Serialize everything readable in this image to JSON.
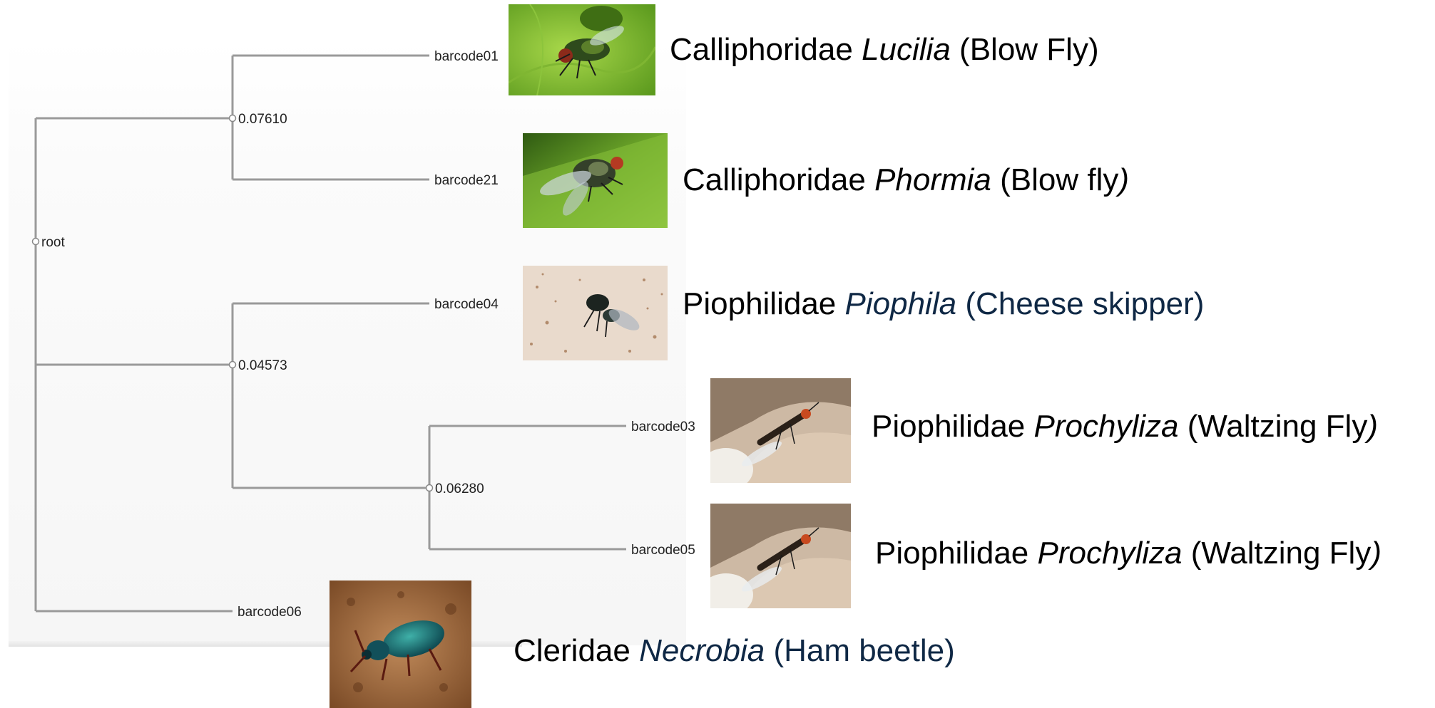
{
  "tree": {
    "root_label": "root",
    "internal_nodes": [
      {
        "label": "0.07610"
      },
      {
        "label": "0.04573"
      },
      {
        "label": "0.06280"
      }
    ],
    "tips": [
      {
        "label": "barcode01"
      },
      {
        "label": "barcode21"
      },
      {
        "label": "barcode04"
      },
      {
        "label": "barcode03"
      },
      {
        "label": "barcode05"
      },
      {
        "label": "barcode06"
      }
    ]
  },
  "taxa": [
    {
      "family": "Calliphoridae",
      "genus": "Lucilia",
      "common": "(Blow Fly)",
      "tail": "",
      "photo": "green-blow-fly-photo"
    },
    {
      "family": "Calliphoridae",
      "genus": "Phormia",
      "common": "(Blow fly",
      "tail": ")",
      "photo": "blow-fly-on-leaf-photo"
    },
    {
      "family": "Piophilidae",
      "genus": "Piophila",
      "common": "(Cheese skipper)",
      "tail": "",
      "photo": "cheese-skipper-photo"
    },
    {
      "family": "Piophilidae",
      "genus": "Prochyliza",
      "common": "(Waltzing Fly",
      "tail": ")",
      "photo": "waltzing-fly-photo"
    },
    {
      "family": "Piophilidae",
      "genus": "Prochyliza",
      "common": "(Waltzing Fly",
      "tail": ")",
      "photo": "waltzing-fly-photo"
    },
    {
      "family": "Cleridae",
      "genus": "Necrobia",
      "common": "(Ham beetle)",
      "tail": "",
      "photo": "ham-beetle-photo"
    }
  ],
  "colors": {
    "branch": "#9a9a9a",
    "label_text": "#222222",
    "caption_text": "#000000",
    "caption_dark_blue": "#0f2845"
  }
}
